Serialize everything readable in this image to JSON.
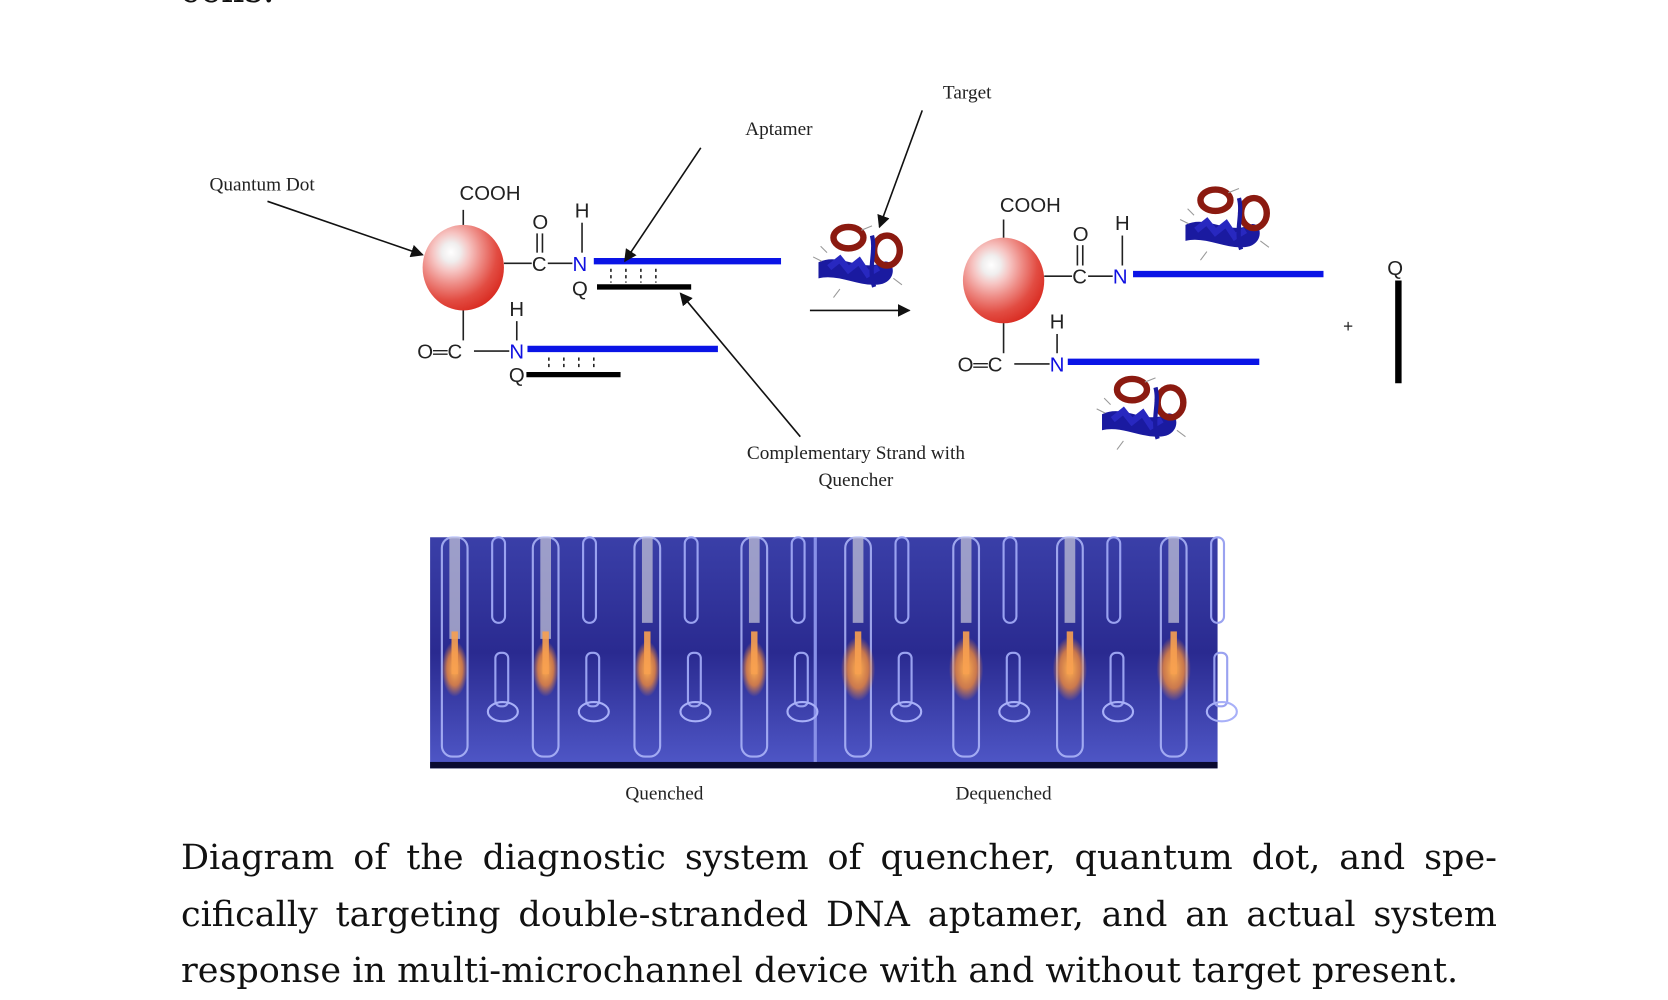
{
  "top_text_fragment": "cells.",
  "diagram": {
    "labels": {
      "quantum_dot": "Quantum Dot",
      "aptamer": "Aptamer",
      "target": "Target",
      "complementary_line1": "Complementary Strand with",
      "complementary_line2": "Quencher",
      "plus": "+"
    },
    "chem": {
      "cooh": "COOH",
      "o": "O",
      "c": "C",
      "n": "N",
      "h": "H",
      "q": "Q",
      "oc": "O═C"
    },
    "colors": {
      "aptamer_strand": "#0a14e6",
      "quencher_strand": "#000000",
      "quantum_dot": "#e03a30",
      "protein_red": "#8b1a10",
      "protein_blue": "#1a1aa0"
    }
  },
  "photo": {
    "labels": {
      "left": "Quenched",
      "right": "Dequenched"
    }
  },
  "caption": "Diagram of the diagnostic system of quencher, quantum dot, and spe­cifically targeting double-stranded DNA aptamer, and an actual system re­sponse in multi-microchannel device with and without target present."
}
